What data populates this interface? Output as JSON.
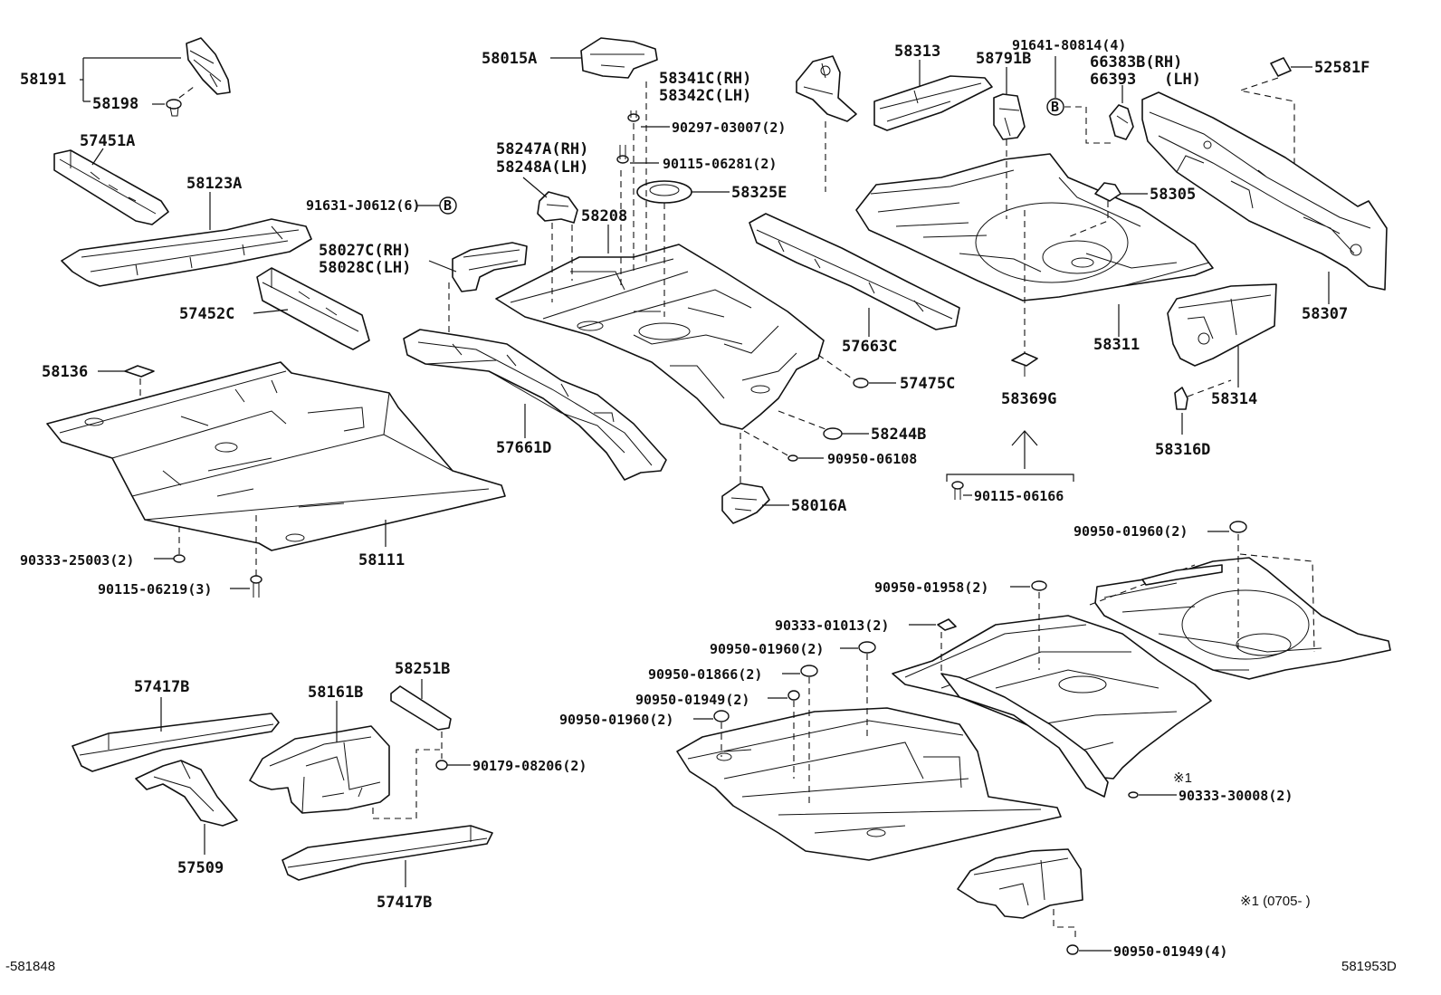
{
  "labels": {
    "p58191": "58191",
    "p58198": "58198",
    "p57451a": "57451A",
    "p58123a": "58123A",
    "p91631": "91631-J0612(6)",
    "p58027c": "58027C(RH)",
    "p58028c": "58028C(LH)",
    "p57452c": "57452C",
    "p58136": "58136",
    "p58111": "58111",
    "p90333_25003": "90333-25003(2)",
    "p90115_06219": "90115-06219(3)",
    "p58015a": "58015A",
    "p90297": "90297-03007(2)",
    "p58247a": "58247A(RH)",
    "p58248a": "58248A(LH)",
    "p90115_06281": "90115-06281(2)",
    "p58325e": "58325E",
    "p58208": "58208",
    "p57661d": "57661D",
    "p58016a": "58016A",
    "p58244b": "58244B",
    "p90950_06108": "90950-06108",
    "p57475c": "57475C",
    "p58341c": "58341C(RH)",
    "p58342c": "58342C(LH)",
    "p58313": "58313",
    "p58791b": "58791B",
    "p91641": "91641-80814(4)",
    "p66383b": "66383B(RH)",
    "p66393": "66393",
    "p66393_lh": "(LH)",
    "p52581f": "52581F",
    "p58305": "58305",
    "p57663c": "57663C",
    "p58311": "58311",
    "p58307": "58307",
    "p58314": "58314",
    "p58316d": "58316D",
    "p58369g": "58369G",
    "p90115_06166": "90115-06166",
    "p57417b_top": "57417B",
    "p58161b": "58161B",
    "p58251b": "58251B",
    "p90179": "90179-08206(2)",
    "p57509": "57509",
    "p57417b_bot": "57417B",
    "p90950_01960_a": "90950-01960(2)",
    "p90950_01958": "90950-01958(2)",
    "p90333_01013": "90333-01013(2)",
    "p90950_01960_b": "90950-01960(2)",
    "p90950_01866": "90950-01866(2)",
    "p90950_01949_a": "90950-01949(2)",
    "p90950_01960_c": "90950-01960(2)",
    "p90333_30008": "90333-30008(2)",
    "p90950_01949_b": "90950-01949(4)",
    "note_marker": "※1",
    "note_text": "※1 (0705-     )",
    "circle_b": "B",
    "ref_left": "-581848",
    "ref_right": "581953D"
  }
}
